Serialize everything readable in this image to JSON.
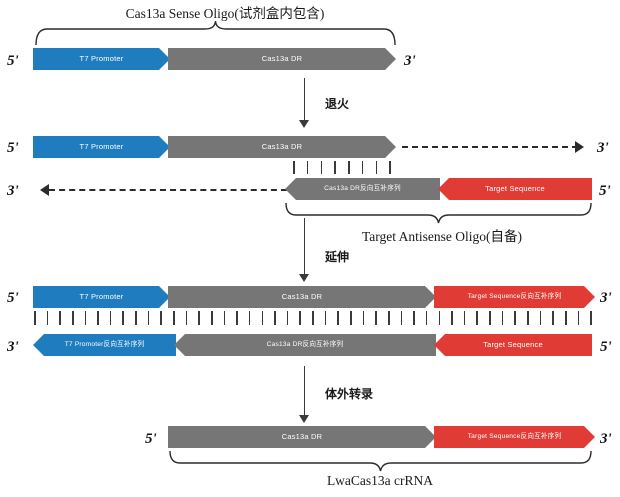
{
  "figure": {
    "title_caption": "Cas13a Sense Oligo(试剂盒内包含)",
    "antisense_caption": "Target Antisense Oligo(自备)",
    "product_caption": "LwaCas13a crRNA"
  },
  "colors": {
    "promoter_blue": "#1f7cbf",
    "dr_gray": "#767676",
    "target_red": "#e03c35",
    "line_dark": "#2b2b2b",
    "text_dark": "#1a1a1a",
    "background": "#ffffff"
  },
  "steps": [
    {
      "label": "退火"
    },
    {
      "label": "延伸"
    },
    {
      "label": "体外转录"
    }
  ],
  "ends": {
    "five": "5'",
    "three": "3'"
  },
  "rows": [
    {
      "name": "sense-oligo",
      "top_left_end": "5'",
      "top_right_end": "3'",
      "segments": [
        {
          "label": "T7 Promoter",
          "color": "promoter_blue"
        },
        {
          "label": "Cas13a DR",
          "color": "dr_gray"
        }
      ]
    },
    {
      "name": "annealed-duplex",
      "top_left_end": "5'",
      "top_right_end": "3'",
      "bottom_left_end": "3'",
      "bottom_right_end": "5'",
      "top_segments": [
        {
          "label": "T7 Promoter",
          "color": "promoter_blue"
        },
        {
          "label": "Cas13a DR",
          "color": "dr_gray"
        }
      ],
      "bottom_segments": [
        {
          "label": "Cas13a DR反向互补序列",
          "color": "dr_gray"
        },
        {
          "label": "Target Sequence",
          "color": "target_red"
        }
      ]
    },
    {
      "name": "extended-duplex",
      "top_left_end": "5'",
      "top_right_end": "3'",
      "bottom_left_end": "3'",
      "bottom_right_end": "5'",
      "top_segments": [
        {
          "label": "T7 Promoter",
          "color": "promoter_blue"
        },
        {
          "label": "Cas13a DR",
          "color": "dr_gray"
        },
        {
          "label": "Target Sequence反向互补序列",
          "color": "target_red"
        }
      ],
      "bottom_segments": [
        {
          "label": "T7 Promoter反向互补序列",
          "color": "promoter_blue"
        },
        {
          "label": "Cas13a DR反向互补序列",
          "color": "dr_gray"
        },
        {
          "label": "Target Sequence",
          "color": "target_red"
        }
      ]
    },
    {
      "name": "crrna-product",
      "left_end": "5'",
      "right_end": "3'",
      "segments": [
        {
          "label": "Cas13a DR",
          "color": "dr_gray"
        },
        {
          "label": "Target Sequence反向互补序列",
          "color": "target_red"
        }
      ]
    }
  ]
}
